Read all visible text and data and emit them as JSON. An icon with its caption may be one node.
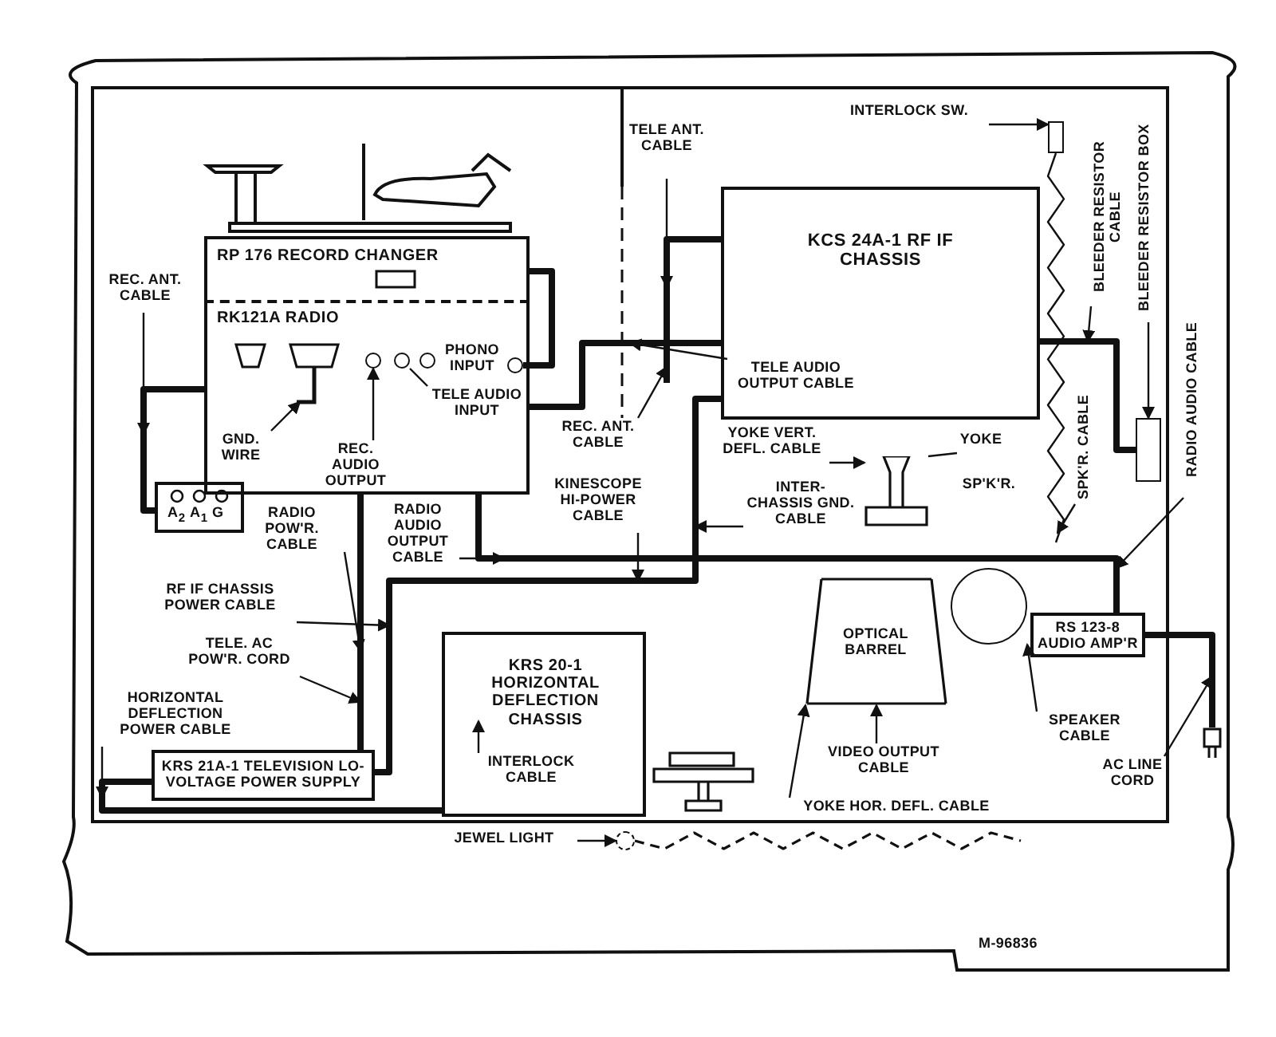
{
  "diagram": {
    "nodes": [
      {
        "text": [
          "RP 176 RECORD CHANGER"
        ]
      },
      {
        "text": [
          "RK121A RADIO"
        ]
      },
      {
        "text": [
          "KCS 24A-1 RF IF CHASSIS"
        ]
      },
      {
        "text": [
          "KRS 20-1 HORIZONTAL DEFLECTION CHASSIS"
        ]
      },
      {
        "text": [
          "KRS 21A-1 TELEVISION LO-VOLTAGE POWER SUPPLY"
        ]
      },
      {
        "text": [
          "RS 123-8 AUDIO AMP'R"
        ]
      },
      {
        "text": [
          "A$_{2}$",
          "A$_{1}$",
          "G"
        ]
      },
      {
        "text": [
          "REC. ANT. CABLE"
        ]
      },
      {
        "text": [
          "GND. WIRE"
        ],
        "in": 1
      },
      {
        "text": [
          "REC. AUDIO OUTPUT"
        ],
        "in": 1
      },
      {
        "text": [
          "TELE AUDIO INPUT"
        ],
        "in": 1
      },
      {
        "text": [
          "TELE ANT. CABLE"
        ]
      },
      {
        "text": [
          "TELE AUDIO OUTPUT CABLE"
        ],
        "in": 2
      },
      {
        "text": [
          "REC. ANT. CABLE"
        ]
      },
      {
        "text": [
          "RADIO POW'R. CABLE"
        ]
      },
      {
        "text": [
          "RADIO AUDIO OUTPUT CABLE"
        ]
      },
      {
        "text": [
          "KINESCOPE HI-POWER CABLE"
        ]
      },
      {
        "text": [
          "INTER-CHASSIS GND. CABLE"
        ]
      },
      {
        "text": [
          "YOKE VERT. DEFL. CABLE"
        ]
      },
      {
        "text": [
          "YOKE"
        ]
      },
      {
        "text": [
          "SPK'R. CABLE"
        ]
      },
      {
        "text": [
          "RF IF CHASSIS POWER CABLE"
        ]
      },
      {
        "text": [
          "TELE. AC POW'R. CORD"
        ]
      },
      {
        "text": [
          "HORIZONTAL DEFLECTION POWER CABLE"
        ]
      },
      {
        "text": [
          "INTERLOCK CABLE"
        ],
        "in": 3
      },
      {
        "text": [
          "VIDEO OUTPUT CABLE"
        ]
      },
      {
        "text": [
          "YOKE HOR. DEFL. CABLE"
        ]
      },
      {
        "text": [
          "SPEAKER CABLE"
        ]
      },
      {
        "text": [
          "AC LINE CORD"
        ]
      },
      {
        "text": [
          "JEWEL LIGHT"
        ]
      },
      {
        "text": [
          "INTERLOCK SW."
        ]
      },
      {
        "text": [
          "BLEEDER RESISTOR CABLE"
        ]
      },
      {
        "text": [
          "BLEEDER RESISTOR BOX"
        ]
      },
      {
        "text": [
          "RADIO AUDIO CABLE"
        ]
      },
      {
        "text": [],
        "shape": "plug"
      },
      {
        "text": [],
        "shape": "circle"
      },
      {
        "text": [],
        "shape": "box"
      },
      {
        "text": [],
        "shape": "box"
      },
      {
        "text": [],
        "shape": "circle",
        "in": 1
      },
      {
        "text": [],
        "shape": "circle",
        "in": 1
      },
      {
        "text": [],
        "shape": "circle",
        "in": 1
      },
      {
        "text": [],
        "shape": "circle",
        "in": 1
      },
      {
        "text": [],
        "shape": "picture"
      },
      {
        "text": [],
        "shape": "picture"
      },
      {
        "text": [],
        "shape": "circle"
      }
    ],
    "edges": [
      {
        "from": 0,
        "to": 41,
        "arrow": "none",
        "style": "thick"
      },
      {
        "from": 1,
        "to": 6,
        "arrow": "none",
        "style": "thick"
      },
      {
        "from": 2,
        "to": 1,
        "arrow": "none",
        "style": "thick"
      },
      {
        "from": 4,
        "to": 3,
        "arrow": "none",
        "style": "thick"
      },
      {
        "from": 4,
        "to": 2,
        "arrow": "none",
        "style": "thick"
      },
      {
        "from": 1,
        "to": 4,
        "arrow": "none",
        "style": "thick"
      },
      {
        "from": 1,
        "to": 5,
        "arrow": "none",
        "style": "thick"
      },
      {
        "from": 2,
        "to": null,
        "arrow": "none",
        "style": "thick"
      },
      {
        "from": 2,
        "to": 37,
        "arrow": "none",
        "style": "thick"
      },
      {
        "from": 5,
        "to": 34,
        "arrow": "none",
        "style": "thick"
      },
      {
        "from": 36,
        "to": null,
        "arrow": "none"
      },
      {
        "from": 35,
        "to": null,
        "arrow": "none",
        "style": "dashed"
      },
      {
        "from": 7,
        "to": null,
        "arrow": "to"
      },
      {
        "from": 8,
        "to": null,
        "arrow": "to"
      },
      {
        "from": 9,
        "to": 38,
        "arrow": "to"
      },
      {
        "from": 10,
        "to": 39,
        "arrow": "none"
      },
      {
        "from": 11,
        "to": null,
        "arrow": "to"
      },
      {
        "from": 12,
        "to": null,
        "arrow": "to"
      },
      {
        "from": 13,
        "to": null,
        "arrow": "to"
      },
      {
        "from": 14,
        "to": null,
        "arrow": "to"
      },
      {
        "from": 15,
        "to": null,
        "arrow": "to"
      },
      {
        "from": 16,
        "to": null,
        "arrow": "to"
      },
      {
        "from": 17,
        "to": null,
        "arrow": "to"
      },
      {
        "from": 18,
        "to": 42,
        "arrow": "to"
      },
      {
        "from": 19,
        "to": 42,
        "arrow": "none"
      },
      {
        "from": 20,
        "to": null,
        "arrow": "to"
      },
      {
        "from": 21,
        "to": null,
        "arrow": "to"
      },
      {
        "from": 22,
        "to": null,
        "arrow": "to"
      },
      {
        "from": 23,
        "to": null,
        "arrow": "to"
      },
      {
        "from": 24,
        "to": null,
        "arrow": "to"
      },
      {
        "from": 25,
        "to": 43,
        "arrow": "to"
      },
      {
        "from": 26,
        "to": 43,
        "arrow": "to"
      },
      {
        "from": 27,
        "to": 44,
        "arrow": "to"
      },
      {
        "from": 28,
        "to": null,
        "arrow": "to"
      },
      {
        "from": 29,
        "to": 35,
        "arrow": "to"
      },
      {
        "from": 30,
        "to": 36,
        "arrow": "to"
      },
      {
        "from": 31,
        "to": null,
        "arrow": "to"
      },
      {
        "from": 32,
        "to": 37,
        "arrow": "to"
      },
      {
        "from": 33,
        "to": null,
        "arrow": "to"
      }
    ],
    "labels": [
      "PHONO INPUT",
      "SP'K'R.",
      "OPTICAL BARREL",
      "M-96836"
    ]
  }
}
